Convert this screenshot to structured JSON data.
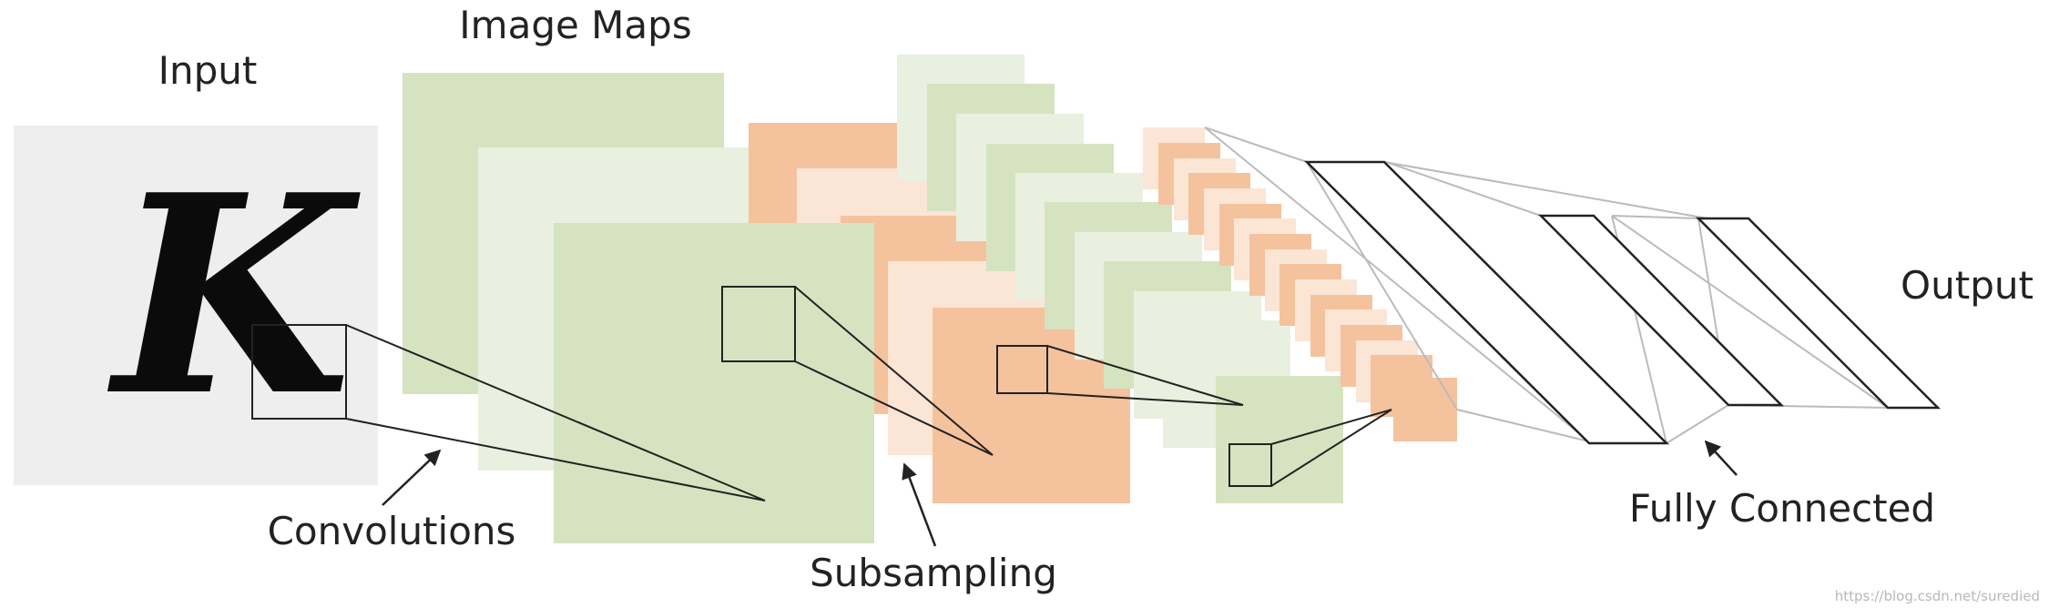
{
  "labels": {
    "input": "Input",
    "image_maps": "Image Maps",
    "output": "Output",
    "convolutions": "Convolutions",
    "subsampling": "Subsampling",
    "fully_connected": "Fully Connected"
  },
  "input_glyph": "K",
  "watermark": "https://blog.csdn.net/suredied",
  "colors": {
    "input_bg": "#eeeeee",
    "green_dark": "#d6e3c1",
    "green_light": "#eaf0df",
    "orange_dark": "#f5c29e",
    "orange_light": "#fbe5d5",
    "connector_gray": "#bbbbbb",
    "outline": "#222222"
  }
}
